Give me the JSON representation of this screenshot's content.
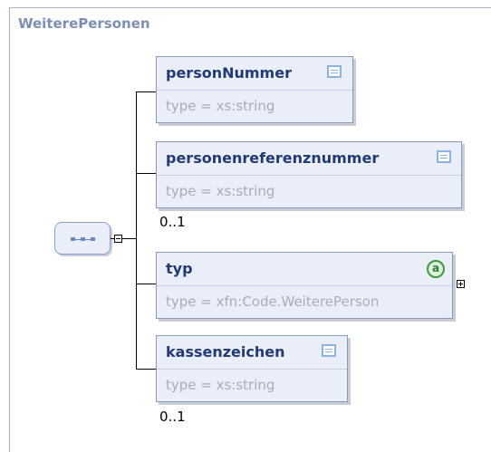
{
  "diagram": {
    "title": "WeiterePersonen",
    "elements": [
      {
        "name": "personNummer",
        "type": "type = xs:string",
        "icon": "documentation-icon",
        "occurrence": ""
      },
      {
        "name": "personenreferenznummer",
        "type": "type = xs:string",
        "icon": "documentation-icon",
        "occurrence": "0..1"
      },
      {
        "name": "typ",
        "type": "type = xfn:Code.WeiterePerson",
        "icon": "attribute-icon",
        "occurrence": ""
      },
      {
        "name": "kassenzeichen",
        "type": "type = xs:string",
        "icon": "documentation-icon",
        "occurrence": "0..1"
      }
    ]
  }
}
